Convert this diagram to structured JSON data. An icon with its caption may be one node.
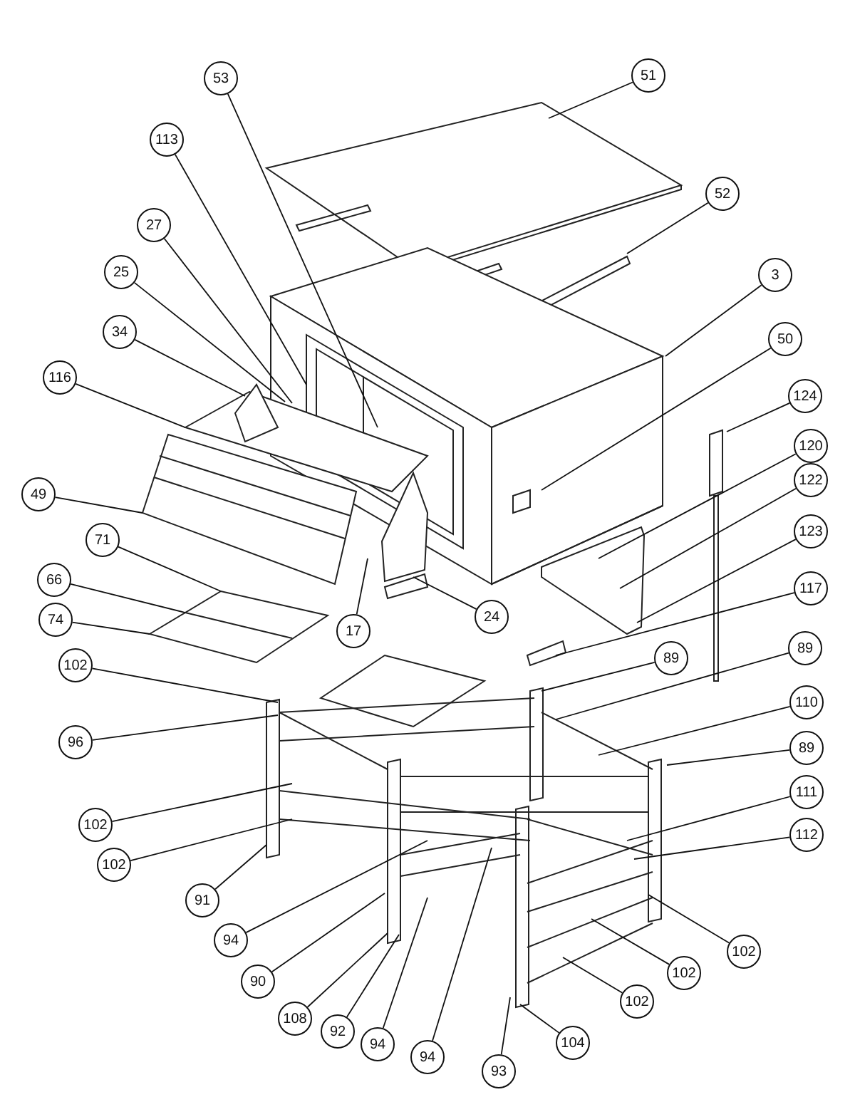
{
  "diagram": {
    "nodes": [
      {
        "text": [
          "51"
        ]
      },
      {
        "text": [
          "53"
        ]
      },
      {
        "text": [
          "113"
        ]
      },
      {
        "text": [
          "27"
        ]
      },
      {
        "text": [
          "52"
        ]
      },
      {
        "text": [
          "25"
        ]
      },
      {
        "text": [
          "3"
        ]
      },
      {
        "text": [
          "34"
        ]
      },
      {
        "text": [
          "50"
        ]
      },
      {
        "text": [
          "116"
        ]
      },
      {
        "text": [
          "124"
        ]
      },
      {
        "text": [
          "120"
        ]
      },
      {
        "text": [
          "122"
        ]
      },
      {
        "text": [
          "49"
        ]
      },
      {
        "text": [
          "123"
        ]
      },
      {
        "text": [
          "71"
        ]
      },
      {
        "text": [
          "117"
        ]
      },
      {
        "text": [
          "66"
        ]
      },
      {
        "text": [
          "74"
        ]
      },
      {
        "text": [
          "17"
        ]
      },
      {
        "text": [
          "24"
        ]
      },
      {
        "text": [
          "89"
        ]
      },
      {
        "text": [
          "89"
        ]
      },
      {
        "text": [
          "102"
        ]
      },
      {
        "text": [
          "96"
        ]
      },
      {
        "text": [
          "110"
        ]
      },
      {
        "text": [
          "89"
        ]
      },
      {
        "text": [
          "102"
        ]
      },
      {
        "text": [
          "111"
        ]
      },
      {
        "text": [
          "102"
        ]
      },
      {
        "text": [
          "112"
        ]
      },
      {
        "text": [
          "91"
        ]
      },
      {
        "text": [
          "94"
        ]
      },
      {
        "text": [
          "90"
        ]
      },
      {
        "text": [
          "102"
        ]
      },
      {
        "text": [
          "102"
        ]
      },
      {
        "text": [
          "108"
        ]
      },
      {
        "text": [
          "92"
        ]
      },
      {
        "text": [
          "102"
        ]
      },
      {
        "text": [
          "94"
        ]
      },
      {
        "text": [
          "94"
        ]
      },
      {
        "text": [
          "104"
        ]
      },
      {
        "text": [
          "93"
        ]
      }
    ],
    "edges": [
      {
        "from": 0,
        "to": null,
        "arrow": "none"
      },
      {
        "from": 1,
        "to": null,
        "arrow": "none"
      },
      {
        "from": 2,
        "to": null,
        "arrow": "none"
      },
      {
        "from": 3,
        "to": null,
        "arrow": "none"
      },
      {
        "from": 4,
        "to": null,
        "arrow": "none"
      },
      {
        "from": 5,
        "to": null,
        "arrow": "none"
      },
      {
        "from": 6,
        "to": null,
        "arrow": "none"
      },
      {
        "from": 7,
        "to": null,
        "arrow": "none"
      },
      {
        "from": 8,
        "to": null,
        "arrow": "none"
      },
      {
        "from": 9,
        "to": null,
        "arrow": "none"
      },
      {
        "from": 10,
        "to": null,
        "arrow": "none"
      },
      {
        "from": 11,
        "to": null,
        "arrow": "none"
      },
      {
        "from": 12,
        "to": null,
        "arrow": "none"
      },
      {
        "from": 13,
        "to": null,
        "arrow": "none"
      },
      {
        "from": 14,
        "to": null,
        "arrow": "none"
      },
      {
        "from": 15,
        "to": null,
        "arrow": "none"
      },
      {
        "from": 16,
        "to": null,
        "arrow": "none"
      },
      {
        "from": 17,
        "to": null,
        "arrow": "none"
      },
      {
        "from": 18,
        "to": null,
        "arrow": "none"
      },
      {
        "from": 19,
        "to": null,
        "arrow": "none"
      },
      {
        "from": 20,
        "to": null,
        "arrow": "none"
      },
      {
        "from": 21,
        "to": null,
        "arrow": "none"
      },
      {
        "from": 22,
        "to": null,
        "arrow": "none"
      },
      {
        "from": 23,
        "to": null,
        "arrow": "none"
      },
      {
        "from": 24,
        "to": null,
        "arrow": "none"
      },
      {
        "from": 25,
        "to": null,
        "arrow": "none"
      },
      {
        "from": 26,
        "to": null,
        "arrow": "none"
      },
      {
        "from": 27,
        "to": null,
        "arrow": "none"
      },
      {
        "from": 28,
        "to": null,
        "arrow": "none"
      },
      {
        "from": 29,
        "to": null,
        "arrow": "none"
      },
      {
        "from": 30,
        "to": null,
        "arrow": "none"
      },
      {
        "from": 31,
        "to": null,
        "arrow": "none"
      },
      {
        "from": 32,
        "to": null,
        "arrow": "none"
      },
      {
        "from": 33,
        "to": null,
        "arrow": "none"
      },
      {
        "from": 34,
        "to": null,
        "arrow": "none"
      },
      {
        "from": 35,
        "to": null,
        "arrow": "none"
      },
      {
        "from": 36,
        "to": null,
        "arrow": "none"
      },
      {
        "from": 37,
        "to": null,
        "arrow": "none"
      },
      {
        "from": 38,
        "to": null,
        "arrow": "none"
      },
      {
        "from": 39,
        "to": null,
        "arrow": "none"
      },
      {
        "from": 40,
        "to": null,
        "arrow": "none"
      },
      {
        "from": 41,
        "to": null,
        "arrow": "none"
      },
      {
        "from": 42,
        "to": null,
        "arrow": "none"
      }
    ]
  }
}
